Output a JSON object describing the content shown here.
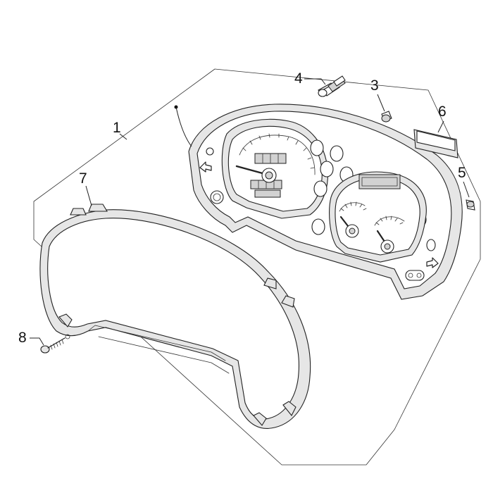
{
  "callouts": [
    {
      "id": "1",
      "label": "1"
    },
    {
      "id": "3",
      "label": "3"
    },
    {
      "id": "4",
      "label": "4"
    },
    {
      "id": "5",
      "label": "5"
    },
    {
      "id": "6",
      "label": "6"
    },
    {
      "id": "7",
      "label": "7"
    },
    {
      "id": "8",
      "label": "8"
    }
  ]
}
